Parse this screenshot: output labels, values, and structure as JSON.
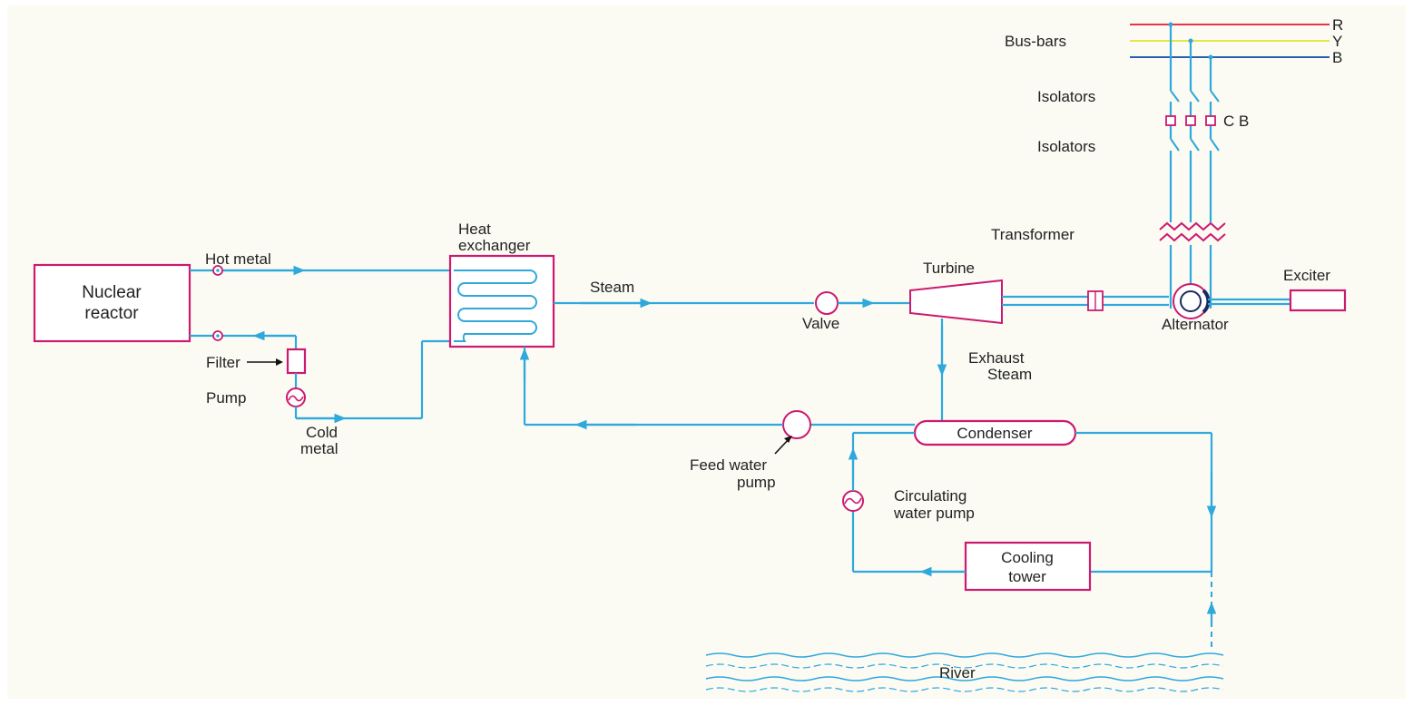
{
  "colors": {
    "pipe": "#2fa8dc",
    "component_outline": "#cc1a6e",
    "bus_r": "#e8334a",
    "bus_y": "#e6e64a",
    "bus_b": "#2a5fb0",
    "text": "#222222"
  },
  "bus": {
    "label": "Bus-bars",
    "phase_r": "R",
    "phase_y": "Y",
    "phase_b": "B"
  },
  "switchgear": {
    "isolators_top": "Isolators",
    "circuit_breaker": "C B",
    "isolators_bottom": "Isolators",
    "transformer": "Transformer"
  },
  "reactor": {
    "line1": "Nuclear",
    "line2": "reactor"
  },
  "primary_loop": {
    "hot_metal": "Hot metal",
    "filter": "Filter",
    "pump": "Pump",
    "cold_metal_line1": "Cold",
    "cold_metal_line2": "metal"
  },
  "heat_exchanger": {
    "line1": "Heat",
    "line2": "exchanger"
  },
  "steam": "Steam",
  "valve": "Valve",
  "turbine": "Turbine",
  "exciter": "Exciter",
  "alternator": "Alternator",
  "exhaust": {
    "line1": "Exhaust",
    "line2": "Steam"
  },
  "condenser": "Condenser",
  "feed_pump": {
    "line1": "Feed water",
    "line2": "pump"
  },
  "circ_pump": {
    "line1": "Circulating",
    "line2": "water pump"
  },
  "cooling_tower": {
    "line1": "Cooling",
    "line2": "tower"
  },
  "river": "River"
}
